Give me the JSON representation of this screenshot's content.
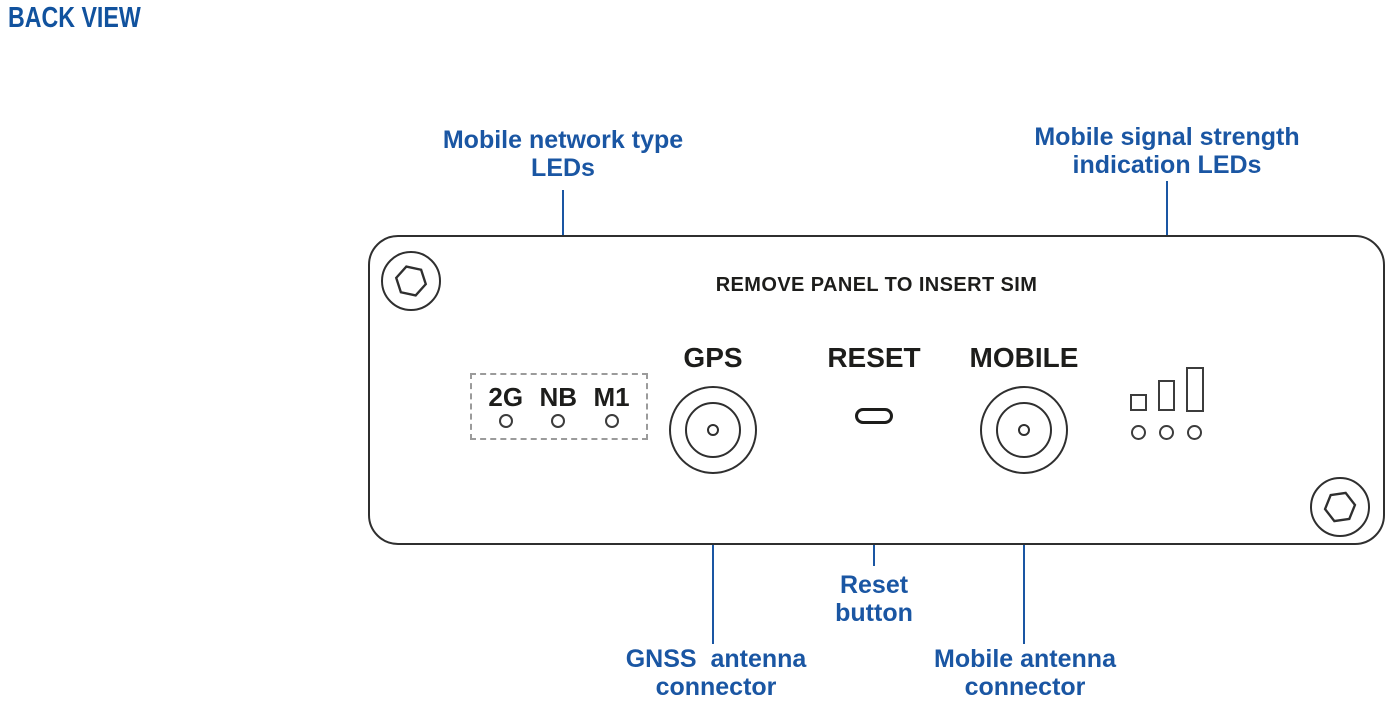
{
  "page": {
    "title": "BACK VIEW"
  },
  "colors": {
    "annotation_blue": "#1a56a3",
    "title_blue": "#11529e",
    "device_line": "#2f2f2f",
    "label_black": "#1d1d1b"
  },
  "icons": {
    "screw_top_left": "hex-screw-icon",
    "screw_bottom_right": "hex-screw-icon"
  },
  "device": {
    "panel_instruction": "REMOVE PANEL TO INSERT SIM",
    "gps_label": "GPS",
    "reset_label": "RESET",
    "mobile_label": "MOBILE",
    "network_leds": [
      "2G",
      "NB",
      "M1"
    ]
  },
  "annotations": {
    "network_leds": {
      "line1": "Mobile network type",
      "line2": "LEDs"
    },
    "signal_leds": {
      "line1": "Mobile signal strength",
      "line2": "indication LEDs"
    },
    "reset": {
      "line1": "Reset",
      "line2": "button"
    },
    "gnss": {
      "line1": "GNSS  antenna",
      "line2": "connector"
    },
    "mobile_antenna": {
      "line1": "Mobile antenna",
      "line2": "connector"
    }
  }
}
